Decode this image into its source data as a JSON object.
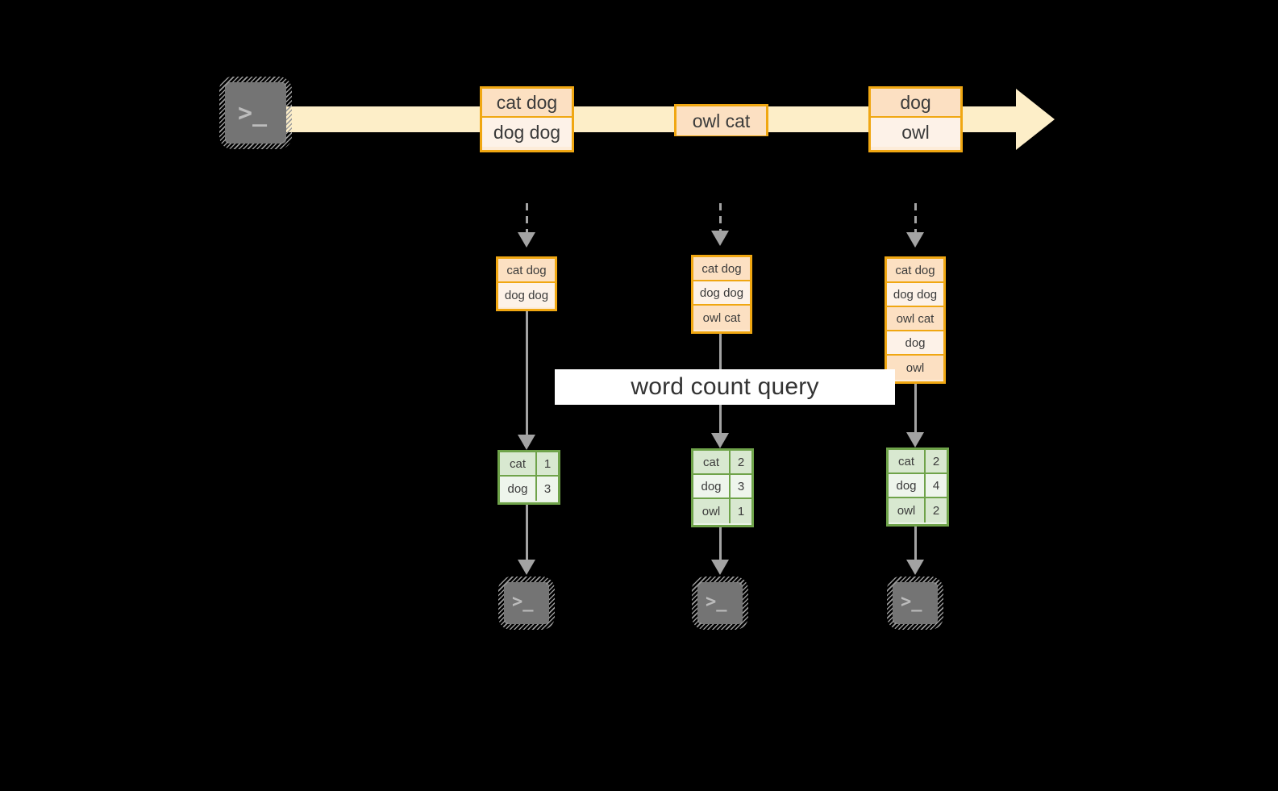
{
  "diagram": {
    "title_label": "word count query",
    "colors": {
      "background": "#000000",
      "message_border": "#f0a712",
      "message_fill_dark": "#fce0c2",
      "message_fill_light": "#fdf2e8",
      "stream_arrow": "#fdeec8",
      "counts_border": "#6fa34a",
      "counts_fill_dark": "#d8e8d0",
      "counts_fill_light": "#eef5ec",
      "connector": "#a3a3a3",
      "terminal_body": "#747474",
      "label_background": "#ffffff",
      "text": "#3b3b3b"
    },
    "producer": {
      "icon": "terminal-prompt-icon",
      "prompt_glyph": ">_"
    },
    "stream": {
      "icon": "right-arrow-icon",
      "messages": [
        {
          "id": "m1",
          "lines": [
            "cat dog",
            "dog dog"
          ]
        },
        {
          "id": "m2",
          "lines": [
            "owl cat"
          ]
        },
        {
          "id": "m3",
          "lines": [
            "dog",
            "owl"
          ]
        }
      ]
    },
    "snapshots": [
      {
        "id": "snapshot-1",
        "input_lines": [
          "cat dog",
          "dog dog"
        ],
        "counts": [
          {
            "word": "cat",
            "count": "1"
          },
          {
            "word": "dog",
            "count": "3"
          }
        ],
        "consumer": {
          "icon": "terminal-prompt-icon",
          "prompt_glyph": ">_"
        }
      },
      {
        "id": "snapshot-2",
        "input_lines": [
          "cat dog",
          "dog dog",
          "owl cat"
        ],
        "counts": [
          {
            "word": "cat",
            "count": "2"
          },
          {
            "word": "dog",
            "count": "3"
          },
          {
            "word": "owl",
            "count": "1"
          }
        ],
        "consumer": {
          "icon": "terminal-prompt-icon",
          "prompt_glyph": ">_"
        }
      },
      {
        "id": "snapshot-3",
        "input_lines": [
          "cat dog",
          "dog dog",
          "owl cat",
          "dog",
          "owl"
        ],
        "counts": [
          {
            "word": "cat",
            "count": "2"
          },
          {
            "word": "dog",
            "count": "4"
          },
          {
            "word": "owl",
            "count": "2"
          }
        ],
        "consumer": {
          "icon": "terminal-prompt-icon",
          "prompt_glyph": ">_"
        }
      }
    ]
  }
}
